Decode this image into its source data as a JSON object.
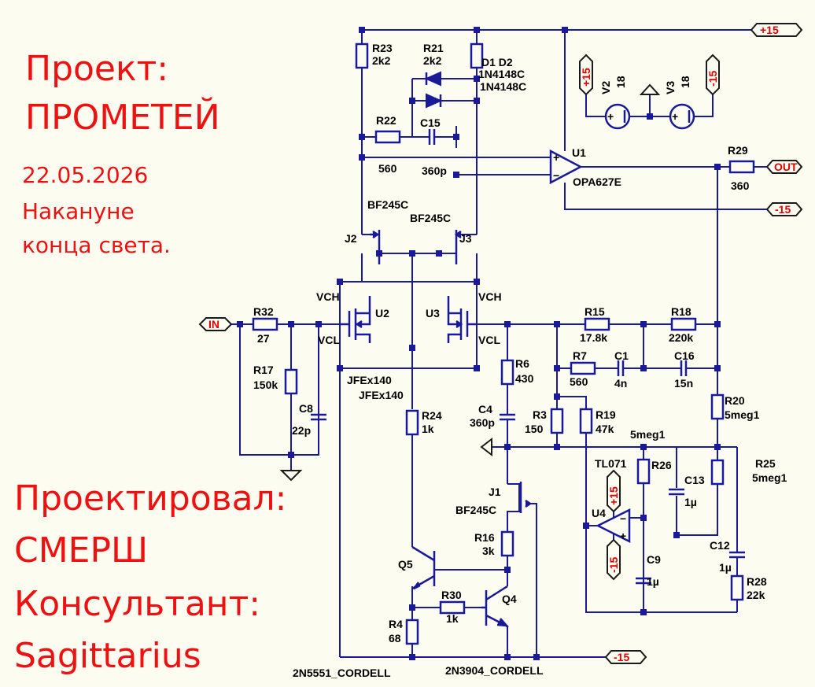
{
  "notes": {
    "project_label": "Проект:",
    "project_name": "ПРОМЕТЕЙ",
    "date": "22.05.2026",
    "date_note_line1": "Накануне",
    "date_note_line2": "конца света.",
    "designer_label": "Проектировал:",
    "designer": "СМЕРШ",
    "consultant_label": "Консультант:",
    "consultant": "Sagittarius"
  },
  "nets": {
    "pos": "+15",
    "neg": "-15",
    "in": "IN",
    "out": "OUT"
  },
  "components": {
    "R23": {
      "ref": "R23",
      "val": "2k2"
    },
    "R21": {
      "ref": "R21",
      "val": "2k2"
    },
    "D12": {
      "ref": "D1 D2",
      "val1": "1N4148C",
      "val2": "1N4148C"
    },
    "R22": {
      "ref": "R22",
      "val": "560"
    },
    "C15": {
      "ref": "C15",
      "val": "360p"
    },
    "U1": {
      "ref": "U1",
      "val": "OPA627E"
    },
    "R29": {
      "ref": "R29",
      "val": "360"
    },
    "V2": {
      "ref": "V2",
      "val": "18"
    },
    "V3": {
      "ref": "V3",
      "val": "18"
    },
    "J2": {
      "ref": "J2",
      "val": "BF245C"
    },
    "J3": {
      "ref": "J3",
      "val": "BF245C"
    },
    "U2": {
      "ref": "U2",
      "val": "JFEx140"
    },
    "U3": {
      "ref": "U3",
      "val": "JFEx140"
    },
    "R32": {
      "ref": "R32",
      "val": "27"
    },
    "R17": {
      "ref": "R17",
      "val": "150k"
    },
    "C8": {
      "ref": "C8",
      "val": "22p"
    },
    "R15": {
      "ref": "R15",
      "val": "17.8k"
    },
    "R18": {
      "ref": "R18",
      "val": "220k"
    },
    "R7": {
      "ref": "R7",
      "val": "560"
    },
    "C1": {
      "ref": "C1",
      "val": "4n"
    },
    "C16": {
      "ref": "C16",
      "val": "15n"
    },
    "R6": {
      "ref": "R6",
      "val": "430"
    },
    "C4": {
      "ref": "C4",
      "val": "360p"
    },
    "R3": {
      "ref": "R3",
      "val": "150"
    },
    "R19": {
      "ref": "R19",
      "val": "47k"
    },
    "R20": {
      "ref": "R20",
      "val": "5meg1"
    },
    "R25": {
      "ref": "R25",
      "val": "5meg1"
    },
    "R26": {
      "ref": "R26",
      "val": "5meg1"
    },
    "C13": {
      "ref": "C13",
      "val": "1µ"
    },
    "U4": {
      "ref": "U4",
      "val": "TL071"
    },
    "C9": {
      "ref": "C9",
      "val": "1µ"
    },
    "C12": {
      "ref": "C12",
      "val": "1µ"
    },
    "R28": {
      "ref": "R28",
      "val": "22k"
    },
    "R24": {
      "ref": "R24",
      "val": "1k"
    },
    "J1": {
      "ref": "J1",
      "val": "BF245C"
    },
    "R16": {
      "ref": "R16",
      "val": "3k"
    },
    "Q5": {
      "ref": "Q5",
      "val": "2N5551_CORDELL"
    },
    "Q4": {
      "ref": "Q4",
      "val": "2N3904_CORDELL"
    },
    "R30": {
      "ref": "R30",
      "val": "1k"
    },
    "R4": {
      "ref": "R4",
      "val": "68"
    }
  },
  "pins": {
    "vch": "VCH",
    "vcl": "VCL",
    "op_plus": "+",
    "op_minus": "−"
  }
}
